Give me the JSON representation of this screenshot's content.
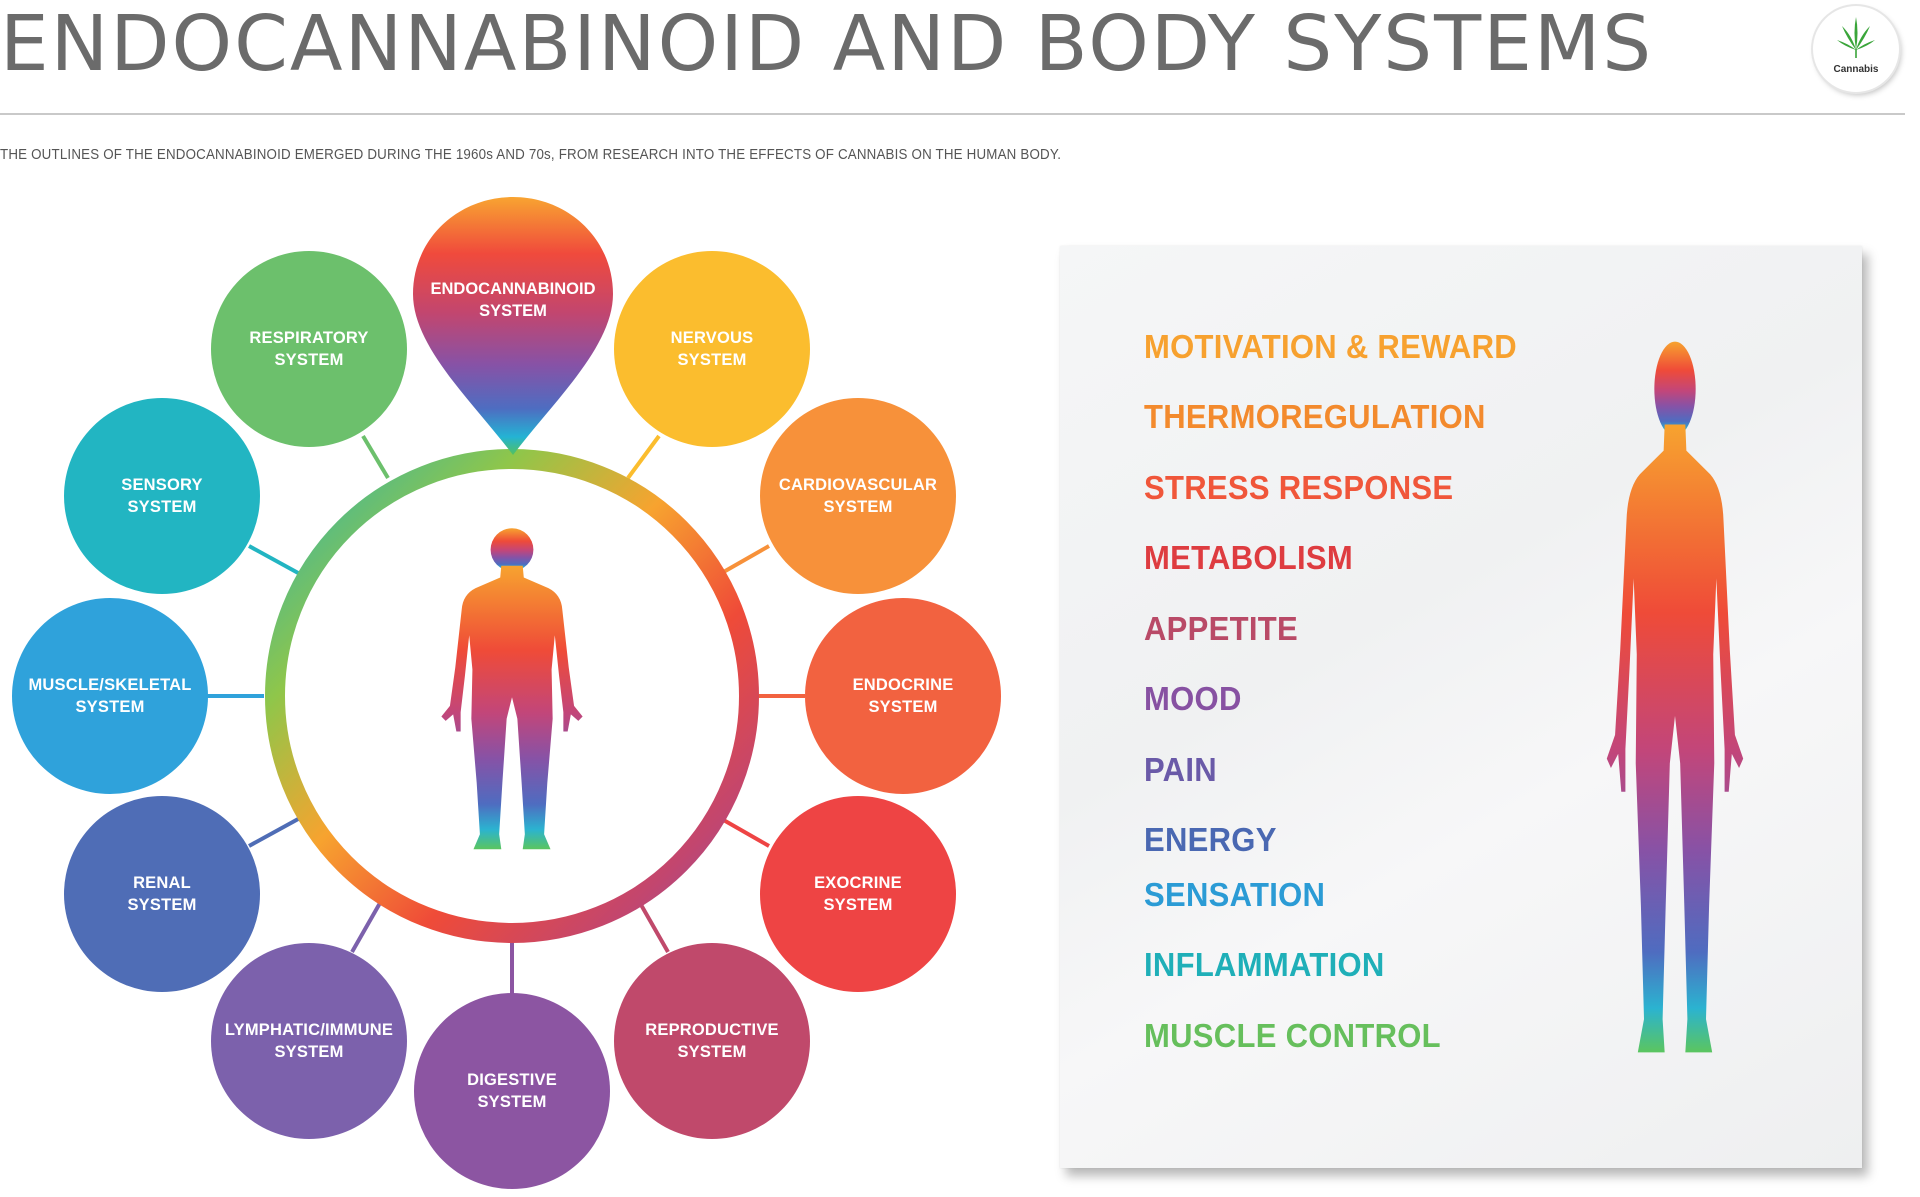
{
  "header": {
    "title": "ENDOCANNABINOID AND BODY SYSTEMS",
    "subtitle": "THE OUTLINES OF THE ENDOCANNABINOID EMERGED DURING THE 1960s AND 70s, FROM RESEARCH INTO THE EFFECTS OF CANNABIS ON THE HUMAN BODY.",
    "logo_text": "Cannabis",
    "logo_icon": "cannabis-leaf-icon"
  },
  "hub": {
    "label": "ENDOCANNABINOID\nSYSTEM",
    "icon": "human-body-icon"
  },
  "systems": [
    {
      "label": "RESPIRATORY\nSYSTEM",
      "color": "#6cc06c"
    },
    {
      "label": "NERVOUS\nSYSTEM",
      "color": "#fbbd2e"
    },
    {
      "label": "SENSORY\nSYSTEM",
      "color": "#22b5c2"
    },
    {
      "label": "CARDIOVASCULAR\nSYSTEM",
      "color": "#f7913a"
    },
    {
      "label": "MUSCLE/SKELETAL\nSYSTEM",
      "color": "#2fa2db"
    },
    {
      "label": "ENDOCRINE\nSYSTEM",
      "color": "#f26240"
    },
    {
      "label": "RENAL\nSYSTEM",
      "color": "#4f6db6"
    },
    {
      "label": "EXOCRINE\nSYSTEM",
      "color": "#ee4444"
    },
    {
      "label": "LYMPHATIC/IMMUNE\nSYSTEM",
      "color": "#7c61ac"
    },
    {
      "label": "REPRODUCTIVE\nSYSTEM",
      "color": "#c0496b"
    },
    {
      "label": "DIGESTIVE\nSYSTEM",
      "color": "#8c55a2"
    }
  ],
  "effects": [
    {
      "label": "MOTIVATION & REWARD",
      "color": "#f7a12f"
    },
    {
      "label": "THERMOREGULATION",
      "color": "#f38a2d"
    },
    {
      "label": "STRESS RESPONSE",
      "color": "#f0563a"
    },
    {
      "label": "METABOLISM",
      "color": "#de3c40"
    },
    {
      "label": "APPETITE",
      "color": "#b94a67"
    },
    {
      "label": "MOOD",
      "color": "#8751a2"
    },
    {
      "label": "PAIN",
      "color": "#6a5aa8"
    },
    {
      "label": "ENERGY",
      "color": "#4a68b2"
    },
    {
      "label": "SENSATION",
      "color": "#2b9bd5"
    },
    {
      "label": "INFLAMMATION",
      "color": "#1fafb8"
    },
    {
      "label": "MUSCLE CONTROL",
      "color": "#66bf5c"
    }
  ]
}
